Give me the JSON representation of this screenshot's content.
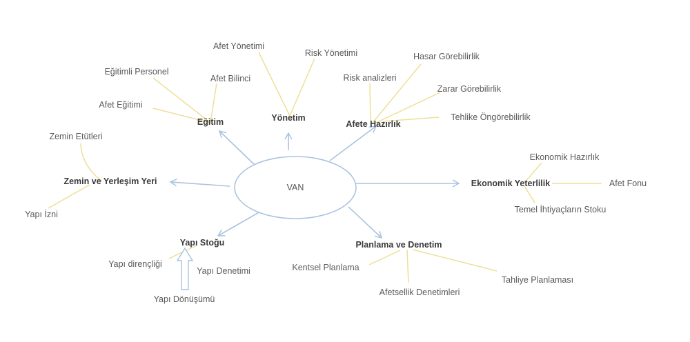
{
  "center": "VAN",
  "colors": {
    "arrow": "#a9c3e0",
    "connector": "#eedf97",
    "text": "#5a5a5a"
  },
  "nodes": {
    "egitim": {
      "label": "Eğitim",
      "children": [
        "Afet Eğitimi",
        "Eğitimli Personel",
        "Afet Bilinci"
      ]
    },
    "yonetim": {
      "label": "Yönetim",
      "children": [
        "Afet Yönetimi",
        "Risk Yönetimi"
      ]
    },
    "afete_hazirlik": {
      "label": "Afete Hazırlık",
      "children": [
        "Risk analizleri",
        "Hasar Görebilirlik",
        "Zarar Görebilirlik",
        "Tehlike Öngörebilirlik"
      ]
    },
    "zemin": {
      "label": "Zemin ve Yerleşim Yeri",
      "children": [
        "Zemin Etütleri",
        "Yapı İzni"
      ]
    },
    "ekonomik": {
      "label": "Ekonomik Yeterlilik",
      "children": [
        "Ekonomik Hazırlık",
        "Afet Fonu",
        "Temel İhtiyaçların Stoku"
      ]
    },
    "yapi_stogu": {
      "label": "Yapı Stoğu",
      "children": [
        "Yapı dirençliği",
        "Yapı Denetimi",
        "Yapı Dönüşümü"
      ]
    },
    "planlama": {
      "label": "Planlama ve Denetim",
      "children": [
        "Kentsel Planlama",
        "Afetsellik Denetimleri",
        "Tahliye Planlaması"
      ]
    }
  }
}
